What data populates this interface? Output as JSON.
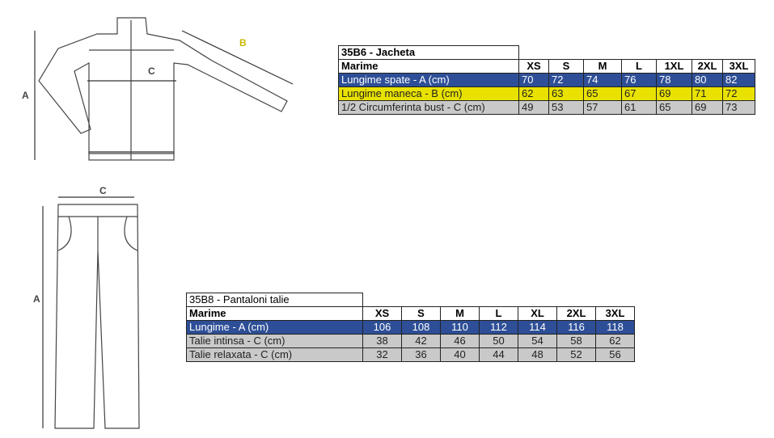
{
  "jacket_diagram": {
    "label_a": "A",
    "label_b": "B",
    "label_c": "C"
  },
  "pants_diagram": {
    "label_a": "A",
    "label_c": "C"
  },
  "jacket_table": {
    "title": "35B6 - Jacheta",
    "header_label": "Marime",
    "sizes": [
      "XS",
      "S",
      "M",
      "L",
      "1XL",
      "2XL",
      "3XL"
    ],
    "rows": [
      {
        "label": "Lungime spate - A (cm)",
        "values": [
          "70",
          "72",
          "74",
          "76",
          "78",
          "80",
          "82"
        ],
        "color": "#2e4f97"
      },
      {
        "label": "Lungime maneca  - B (cm)",
        "values": [
          "62",
          "63",
          "65",
          "67",
          "69",
          "71",
          "72"
        ],
        "color": "#e9e200"
      },
      {
        "label": "1/2 Circumferinta bust - C (cm)",
        "values": [
          "49",
          "53",
          "57",
          "61",
          "65",
          "69",
          "73"
        ],
        "color": "#c9c9c9"
      }
    ]
  },
  "pants_table": {
    "title": "35B8 - Pantaloni talie",
    "header_label": "Marime",
    "sizes": [
      "XS",
      "S",
      "M",
      "L",
      "XL",
      "2XL",
      "3XL"
    ],
    "rows": [
      {
        "label": "Lungime - A (cm)",
        "values": [
          "106",
          "108",
          "110",
          "112",
          "114",
          "116",
          "118"
        ],
        "color": "#2e4f97"
      },
      {
        "label": "Talie intinsa - C (cm)",
        "values": [
          "38",
          "42",
          "46",
          "50",
          "54",
          "58",
          "62"
        ],
        "color": "#c9c9c9"
      },
      {
        "label": "Talie relaxata - C (cm)",
        "values": [
          "32",
          "36",
          "40",
          "44",
          "48",
          "52",
          "56"
        ],
        "color": "#c9c9c9"
      }
    ]
  }
}
